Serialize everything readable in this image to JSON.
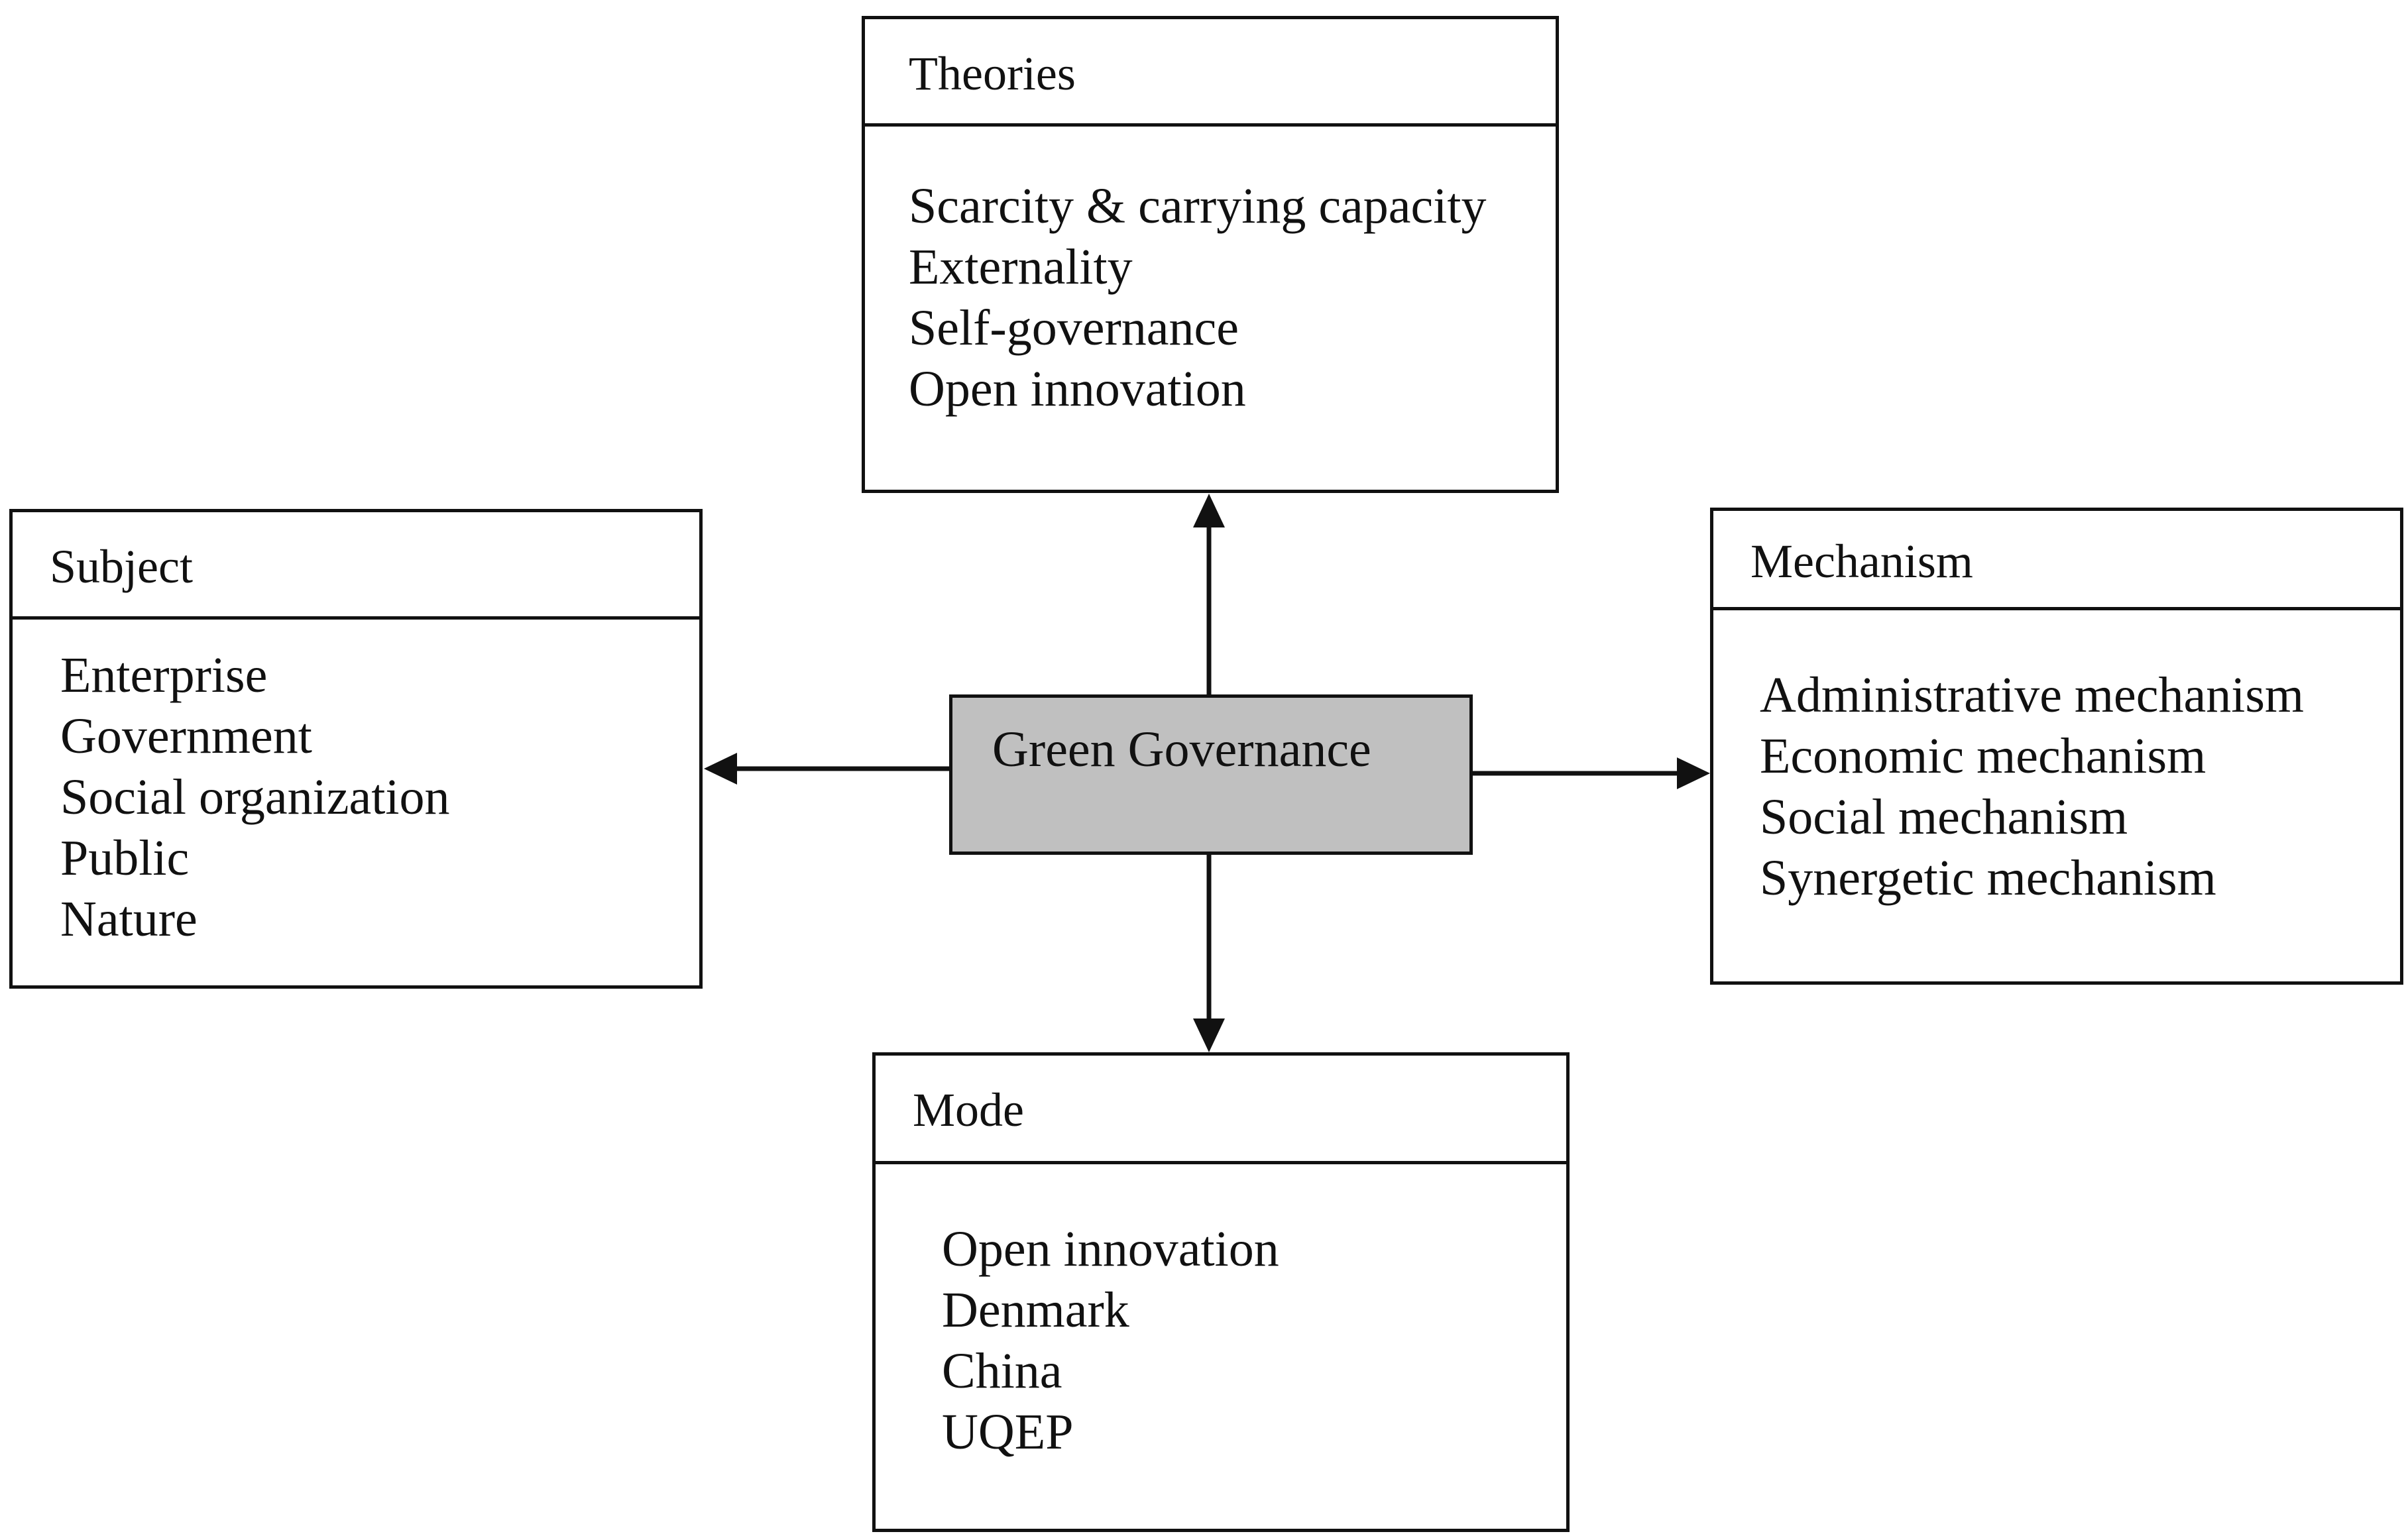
{
  "center": {
    "label": "Green Governance"
  },
  "theories": {
    "title": "Theories",
    "items": [
      "Scarcity & carrying capacity",
      "Externality",
      "Self-governance",
      "Open innovation"
    ]
  },
  "subject": {
    "title": "Subject",
    "items": [
      "Enterprise",
      "Government",
      "Social organization",
      "Public",
      "Nature"
    ]
  },
  "mechanism": {
    "title": "Mechanism",
    "items": [
      "Administrative mechanism",
      "Economic mechanism",
      "Social mechanism",
      "Synergetic mechanism"
    ]
  },
  "mode": {
    "title": "Mode",
    "items": [
      "Open innovation",
      "Denmark",
      "China",
      "UQEP"
    ]
  }
}
